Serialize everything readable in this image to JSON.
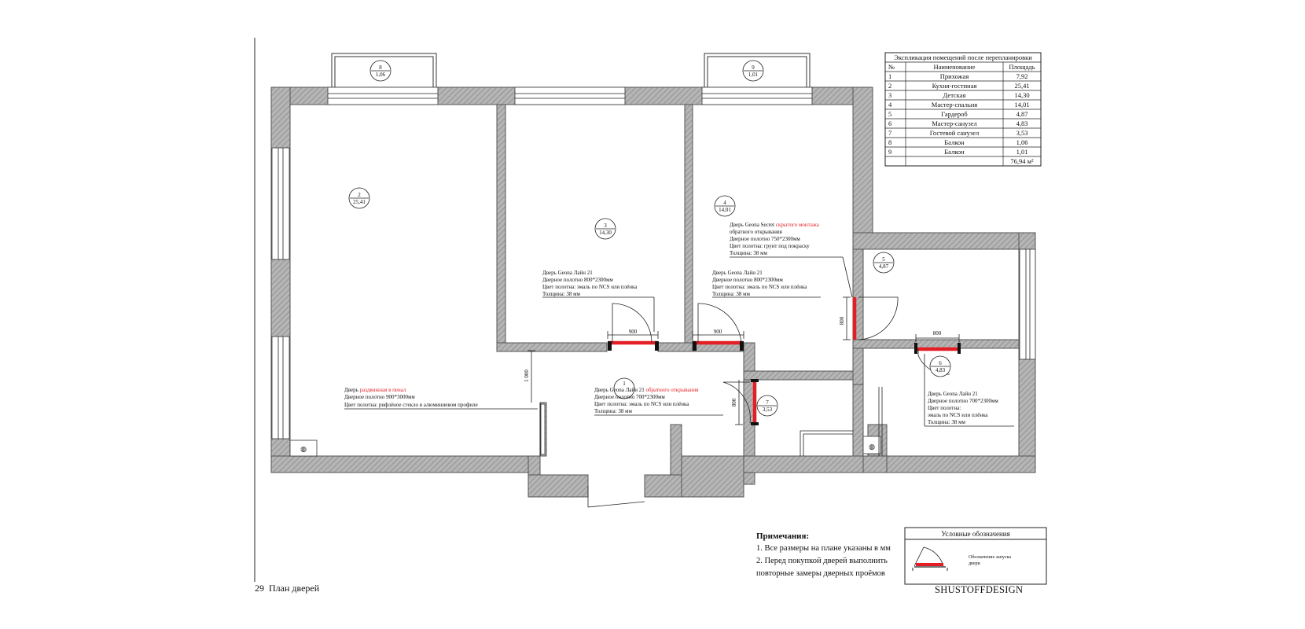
{
  "sheet": {
    "number": "29",
    "title": "План дверей",
    "brand": "SHUSTOFFDESIGN"
  },
  "explication": {
    "title": "Экспликация помещений после перепланировки",
    "headers": [
      "№",
      "Наименование",
      "Площадь"
    ],
    "rows": [
      {
        "no": "1",
        "name": "Прихожая",
        "area": "7,92"
      },
      {
        "no": "2",
        "name": "Кухня-гостиная",
        "area": "25,41"
      },
      {
        "no": "3",
        "name": "Детская",
        "area": "14,30"
      },
      {
        "no": "4",
        "name": "Мастер-спальня",
        "area": "14,01"
      },
      {
        "no": "5",
        "name": "Гардероб",
        "area": "4,87"
      },
      {
        "no": "6",
        "name": "Мастер-санузел",
        "area": "4,83"
      },
      {
        "no": "7",
        "name": "Гостевой санузел",
        "area": "3,53"
      },
      {
        "no": "8",
        "name": "Балкон",
        "area": "1,06"
      },
      {
        "no": "9",
        "name": "Балкон",
        "area": "1,01"
      }
    ],
    "total": "76,94 м²"
  },
  "rooms": [
    {
      "no": "2",
      "area": "25,41"
    },
    {
      "no": "3",
      "area": "14,30"
    },
    {
      "no": "4",
      "area": "14,01"
    },
    {
      "no": "5",
      "area": "4,87"
    },
    {
      "no": "6",
      "area": "4,83"
    },
    {
      "no": "7",
      "area": "3,53"
    },
    {
      "no": "1",
      "area": ""
    },
    {
      "no": "8",
      "area": "1,06"
    },
    {
      "no": "9",
      "area": "1,01"
    }
  ],
  "doors": {
    "kitchen": {
      "l1a": "Дверь ",
      "l1b": "раздвижная в пенал",
      "l2": "Дверное полотно 900*3000мм",
      "l3": "Цвет полотна: рифлёное стекло в алюминиевом профиле"
    },
    "hall": {
      "l1a": "Дверь Geona Лайн 21 ",
      "l1b": "обратного открывания",
      "l2": "Дверное полотно 700*2300мм",
      "l3": "Цвет полотна: эмаль по NCS или плёнка",
      "l4": "Толщина: 38 мм"
    },
    "kids": {
      "l1": "Дверь Geona Лайн 21",
      "l2": "Дверное полотно 800*2300мм",
      "l3": "Цвет полотна: эмаль по NCS или плёнка",
      "l4": "Толщина: 38 мм"
    },
    "bedroom": {
      "l1": "Дверь Geona Лайн 21",
      "l2": "Дверное полотно 800*2300мм",
      "l3": "Цвет полотна: эмаль по NCS или плёнка",
      "l4": "Толщина: 38 мм"
    },
    "secret": {
      "l1a": "Дверь Geona Secret ",
      "l1b": "скрытого монтажа",
      "l1c": "обратного открывания",
      "l2": "Дверное полотно 750*2300мм",
      "l3": "Цвет полотна: грунт под покраску",
      "l4": "Толщина: 38 мм"
    },
    "bath": {
      "l1": "Дверь Geona Лайн 21",
      "l2": "Дверное полотно 700*2300мм",
      "l3": "Цвет полотна:",
      "l3b": "эмаль по NCS или плёнка",
      "l4": "Толщина: 38 мм"
    }
  },
  "dimensions": {
    "d900a": "900",
    "d900b": "900",
    "d800top": "800",
    "d800side": "800",
    "d800bath": "800",
    "d1000": "1 000"
  },
  "notes": {
    "title": "Примечания:",
    "items": [
      "1. Все размеры на плане указаны в мм",
      "2. Перед покупкой дверей выполнить",
      "повторные замеры дверных проёмов"
    ]
  },
  "legend": {
    "title": "Условные обозначения",
    "text1": "Обозначение запуска",
    "text2": "двери"
  },
  "colors": {
    "accent": "#e31e24",
    "wall": "#9a9a9a"
  }
}
